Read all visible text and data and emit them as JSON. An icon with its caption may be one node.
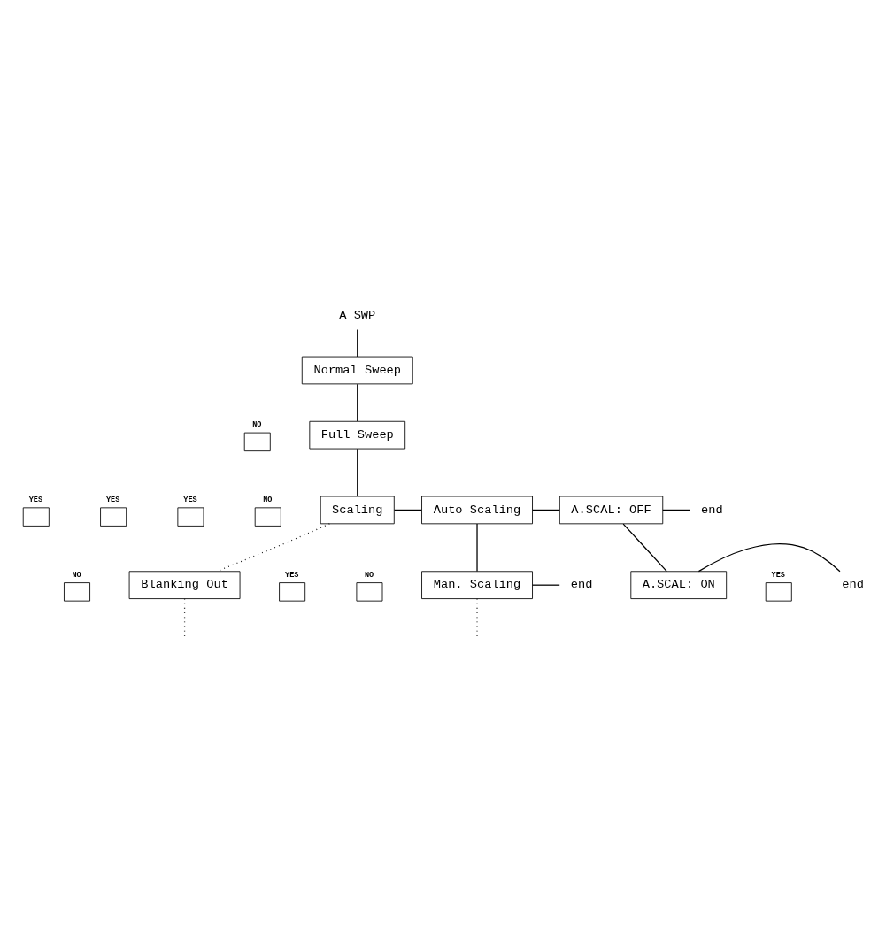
{
  "diagram": {
    "nodes": [
      {
        "text": [
          "A SWP"
        ]
      },
      {
        "text": [
          "Normal Sweep"
        ]
      },
      {
        "text": [
          "Full Sweep"
        ]
      },
      {
        "text": [
          "Scaling"
        ]
      },
      {
        "text": [
          "Auto Scaling"
        ]
      },
      {
        "text": [
          "A.SCAL: OFF"
        ]
      },
      {
        "text": [
          "A.SCAL: ON"
        ]
      },
      {
        "text": [
          "Man. Scaling"
        ]
      },
      {
        "text": [
          "Blanking Out"
        ]
      },
      {
        "text": [
          "end"
        ]
      },
      {
        "text": [
          "end"
        ]
      },
      {
        "text": [
          "end"
        ]
      }
    ],
    "edges": [
      {
        "from": 0,
        "to": 1,
        "arrow": "none"
      },
      {
        "from": 1,
        "to": 2,
        "arrow": "none"
      },
      {
        "from": 2,
        "to": 3,
        "arrow": "none"
      },
      {
        "from": 3,
        "to": 4,
        "arrow": "none"
      },
      {
        "from": 4,
        "to": 5,
        "arrow": "none"
      },
      {
        "from": 5,
        "to": 9,
        "arrow": "none"
      },
      {
        "from": 5,
        "to": 6,
        "arrow": "none"
      },
      {
        "from": 6,
        "to": 10,
        "arrow": "none"
      },
      {
        "from": 4,
        "to": 7,
        "arrow": "none"
      },
      {
        "from": 7,
        "to": 11,
        "arrow": "none"
      },
      {
        "from": 3,
        "to": 8,
        "arrow": "none",
        "style": "dashed"
      },
      {
        "from": 8,
        "to": null,
        "arrow": "none",
        "style": "dashed"
      },
      {
        "from": 7,
        "to": null,
        "arrow": "none",
        "style": "dashed"
      }
    ],
    "labels": [
      "NO",
      "NO",
      "YES",
      "YES",
      "YES",
      "YES",
      "NO",
      "YES",
      "NO"
    ]
  }
}
